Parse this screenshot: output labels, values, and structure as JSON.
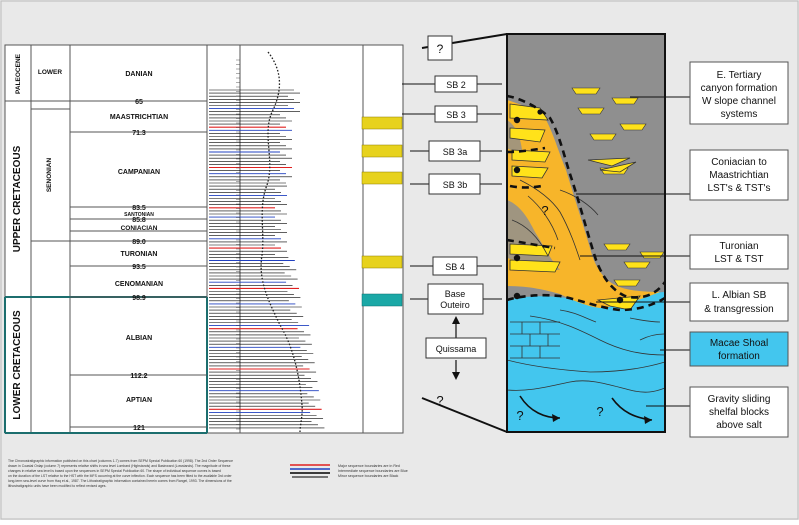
{
  "chart": {
    "column_labels": {
      "paleocene": "PALEOCENE",
      "lower": "LOWER",
      "upper_cretaceous": "UPPER CRETACEOUS",
      "senonian": "SENONIAN",
      "lower_cretaceous": "LOWER CRETACEOUS"
    },
    "stages": [
      {
        "name": "DANIAN"
      },
      {
        "name": "MAASTRICHTIAN"
      },
      {
        "name": "CAMPANIAN"
      },
      {
        "name": "SANTONIAN"
      },
      {
        "name": "CONIACIAN"
      },
      {
        "name": "TURONIAN"
      },
      {
        "name": "CENOMANIAN"
      },
      {
        "name": "ALBIAN"
      },
      {
        "name": "APTIAN"
      }
    ],
    "ages": [
      "65",
      "71.3",
      "83.5",
      "85.8",
      "89.0",
      "93.5",
      "98.9",
      "112.2",
      "121"
    ],
    "footnote": [
      "The Chronostratigraphic information published on this chart (columns 1-7) comes from SEPM Special Publication 60 (1998). The 2nd Order Sequence",
      "drawn in Coastal Onlap (column 7) represents relative shifts in sea level Lombard (Highstands) and Basinward (Lowstands). The magnitude of these",
      "changes in relative sea level is based upon the sequences in SEPM Special Publication 60. The shape of individual sequence curves is based",
      "on the duration of the LST relative to the HST with the MFS occurring at the curve inflection. Each sequence has been fitted to the available 3rd order",
      "long-term sea-level curve from Haq et al., 1987. The Lithostratigraphic information contained herein comes from Rangel, 1993. The dimensions of the",
      "lithostratigraphic units have been modified to reflect revised ages."
    ],
    "legend_text": [
      "Major sequence boundaries are in Red",
      "Intermediate sequence boundaries are Blue",
      "Minor sequence boundaries are Black"
    ]
  },
  "sequence_boundaries": {
    "question_top": "?",
    "sb2": "SB 2",
    "sb3": "SB 3",
    "sb3a": "SB 3a",
    "sb3b": "SB 3b",
    "sb4": "SB 4",
    "base_outeiro": [
      "Base",
      "Outeiro"
    ],
    "quissama": "Quissama",
    "question_bottom": "?"
  },
  "cross_section": {
    "question_marks": [
      "?",
      "?",
      "?"
    ]
  },
  "annotations": [
    {
      "lines": [
        "E. Tertiary",
        "canyon formation",
        "W slope channel",
        "systems"
      ]
    },
    {
      "lines": [
        "Coniacian to",
        "Maastrichtian",
        "LST's & TST's"
      ]
    },
    {
      "lines": [
        "Turonian",
        "LST & TST"
      ]
    },
    {
      "lines": [
        "L. Albian SB",
        "& transgression"
      ]
    },
    {
      "lines": [
        "Macae Shoal",
        "formation"
      ]
    },
    {
      "lines": [
        "Gravity sliding",
        "shelfal blocks",
        "above salt"
      ]
    }
  ],
  "colors": {
    "background": "#e9e9e9",
    "shale_gray": "#8f8f8f",
    "sand_orange": "#f7b52a",
    "carbonate_blue": "#43c6ee",
    "yellow_marker": "#e7d21d",
    "teal_marker": "#1aa8a6",
    "major_sb": "#e02020",
    "intermediate_sb": "#2040c0",
    "minor_sb": "#000000",
    "upper_cretaceous_frame": "#b4b4b4",
    "lower_cretaceous_frame": "#1c6e6e"
  }
}
